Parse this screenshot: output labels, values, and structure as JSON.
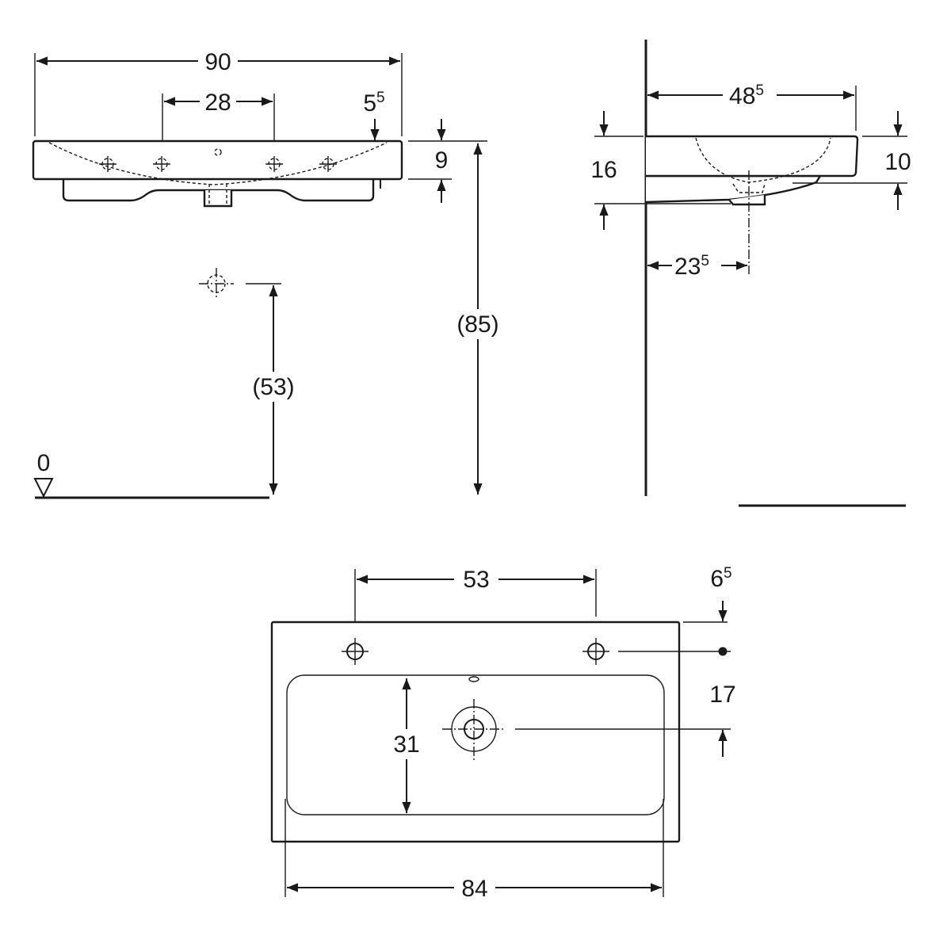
{
  "title": "Washbasin dimension drawing",
  "front_view": {
    "width": {
      "main": "90",
      "sup": ""
    },
    "tap_hole_spacing": {
      "main": "28",
      "sup": ""
    },
    "rim_offset": {
      "main": "5",
      "sup": "5"
    },
    "rim_height": {
      "main": "9",
      "sup": ""
    },
    "install_height": {
      "main": "(85)",
      "sup": ""
    },
    "drain_height": {
      "main": "(53)",
      "sup": ""
    },
    "floor_level": {
      "main": "0",
      "sup": ""
    }
  },
  "side_view": {
    "depth": {
      "main": "48",
      "sup": "5"
    },
    "total_height": {
      "main": "16",
      "sup": ""
    },
    "rim_height": {
      "main": "10",
      "sup": ""
    },
    "drain_offset": {
      "main": "23",
      "sup": "5"
    }
  },
  "top_view": {
    "tap_hole_spacing": {
      "main": "53",
      "sup": ""
    },
    "tap_hole_offset": {
      "main": "6",
      "sup": "5"
    },
    "drain_distance": {
      "main": "17",
      "sup": ""
    },
    "bowl_depth": {
      "main": "31",
      "sup": ""
    },
    "bowl_width": {
      "main": "84",
      "sup": ""
    }
  }
}
